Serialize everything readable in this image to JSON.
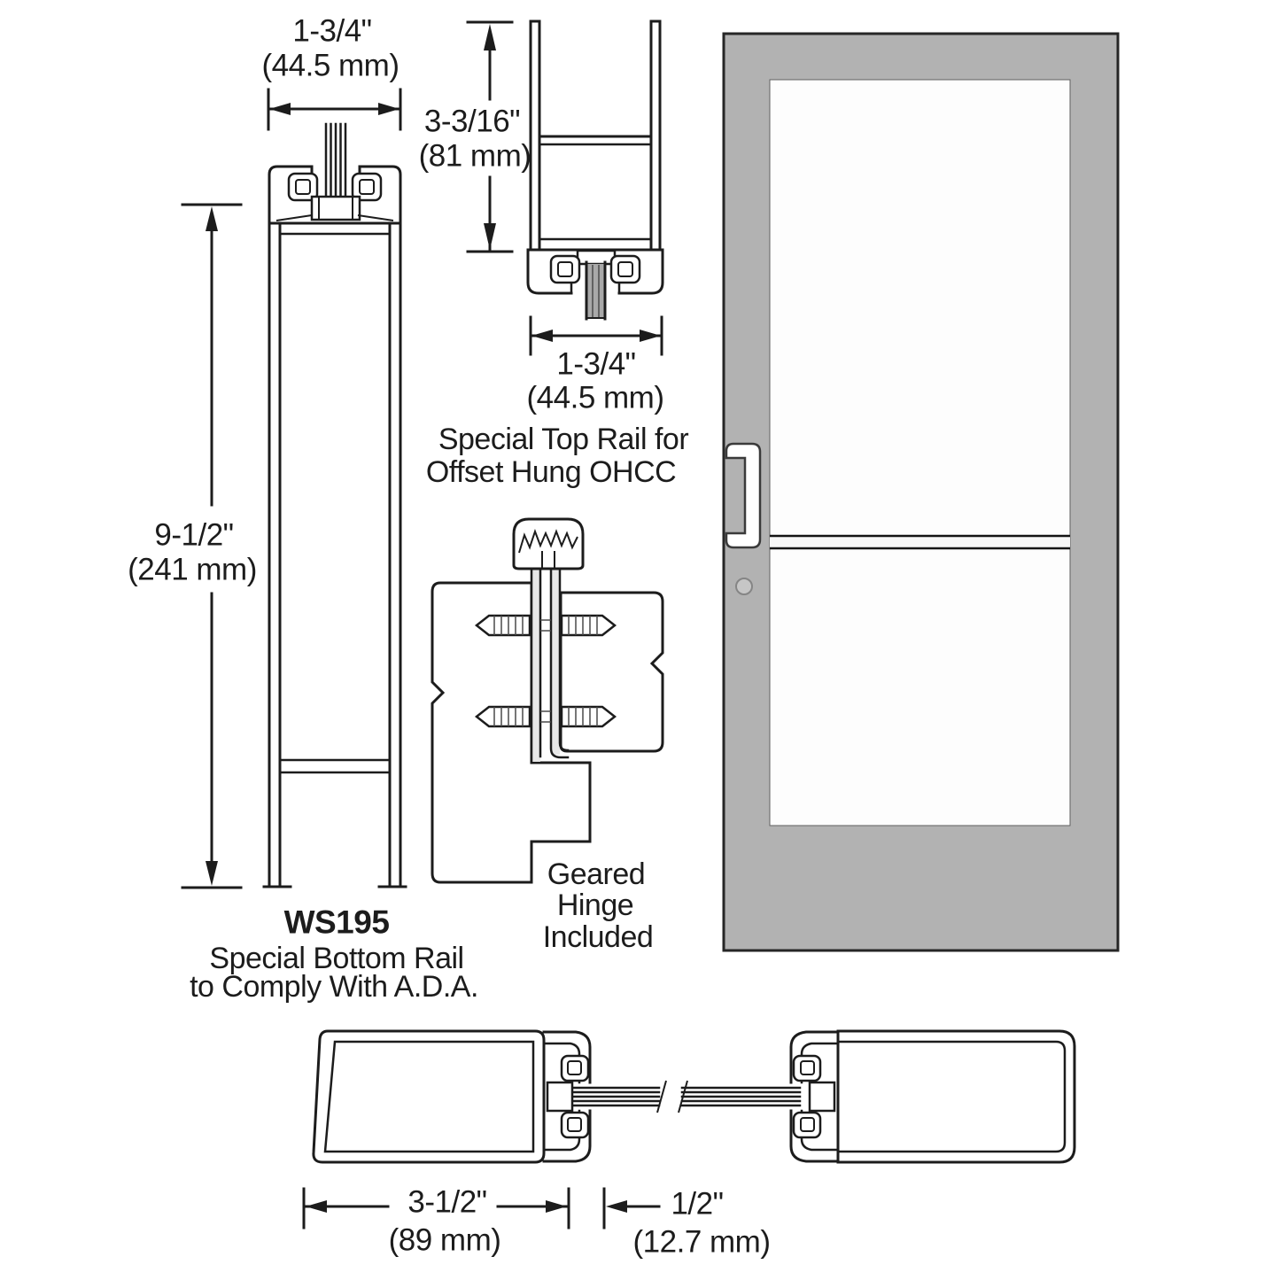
{
  "diagram": {
    "bottom_rail": {
      "width_in": "1-3/4\"",
      "width_mm": "(44.5 mm)",
      "height_in": "9-1/2\"",
      "height_mm": "(241 mm)",
      "model": "WS195",
      "caption1": "Special Bottom Rail",
      "caption2": "to Comply With A.D.A."
    },
    "top_rail": {
      "height_in": "3-3/16\"",
      "height_mm": "(81 mm)",
      "width_in": "1-3/4\"",
      "width_mm": "(44.5 mm)",
      "caption1": "Special Top Rail for",
      "caption2": "Offset Hung OHCC"
    },
    "hinge": {
      "caption1": "Geared",
      "caption2": "Hinge",
      "caption3": "Included"
    },
    "stile": {
      "width_in": "3-1/2\"",
      "width_mm": "(89 mm)",
      "gap_in": "1/2\"",
      "gap_mm": "(12.7 mm)"
    },
    "colors": {
      "line": "#1c1c1c",
      "door_fill": "#b2b2b2",
      "door_border": "#262626",
      "glass_fill": "#fdfdfd",
      "glass_stub_fill": "#a9a9a9",
      "background": "#ffffff"
    }
  }
}
